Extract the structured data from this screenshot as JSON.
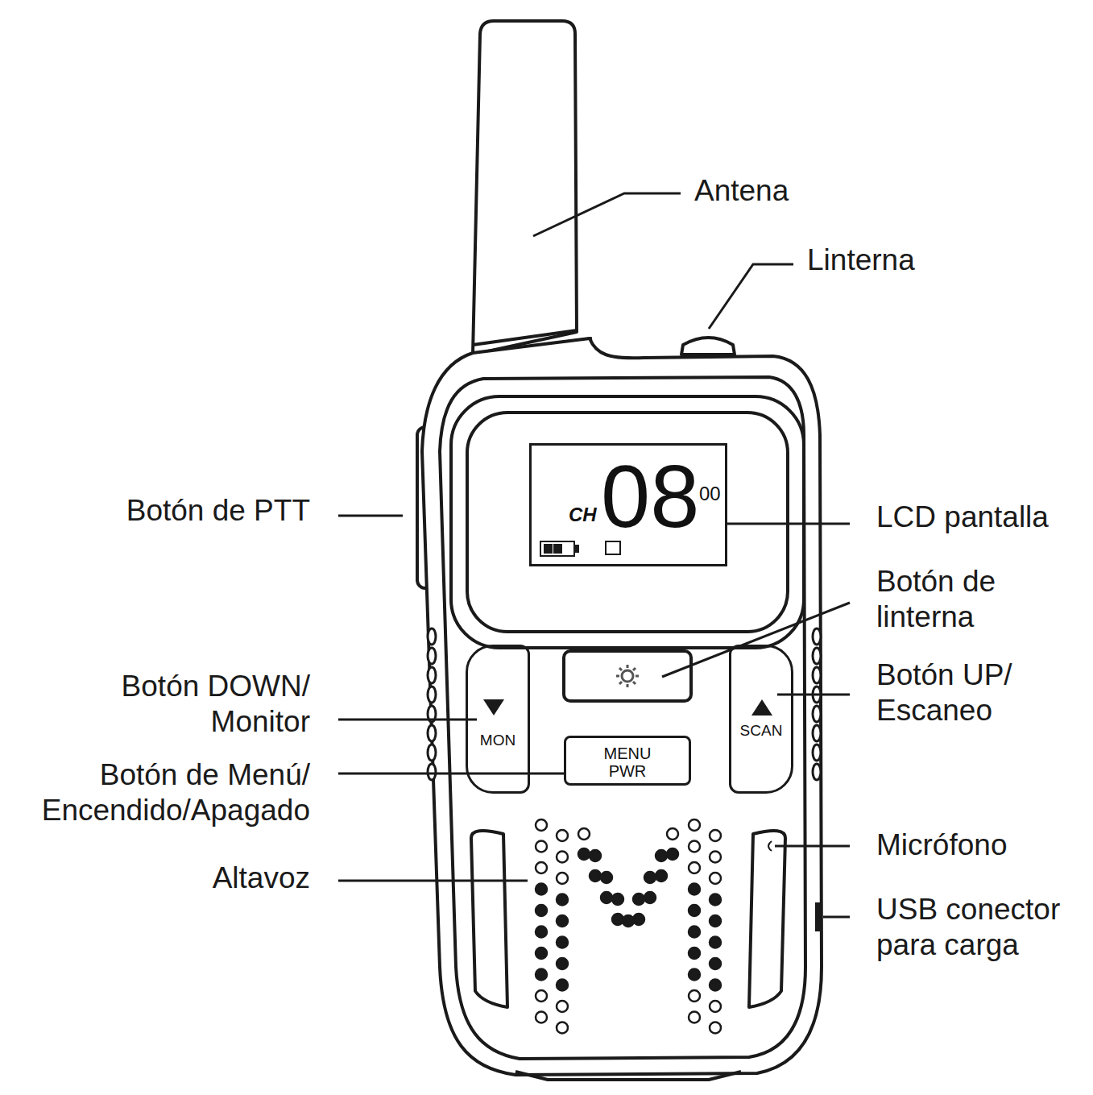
{
  "diagram": {
    "nodes": [
      {
        "text": [
          "CH",
          "08",
          "00"
        ]
      },
      {
        "text": [
          "MON"
        ]
      },
      {
        "text": [
          "SCAN"
        ]
      },
      {
        "text": [
          "MENU PWR"
        ]
      }
    ],
    "labels": [
      "Antena",
      "Linterna",
      "Botón de PTT",
      "LCD pantalla",
      "Botón de linterna",
      "Botón DOWN/ Monitor",
      "Botón UP/ Escaneo",
      "Botón de Menú/ Encendido/Apagado",
      "Micrófono",
      "Altavoz",
      "USB conector para carga"
    ]
  }
}
